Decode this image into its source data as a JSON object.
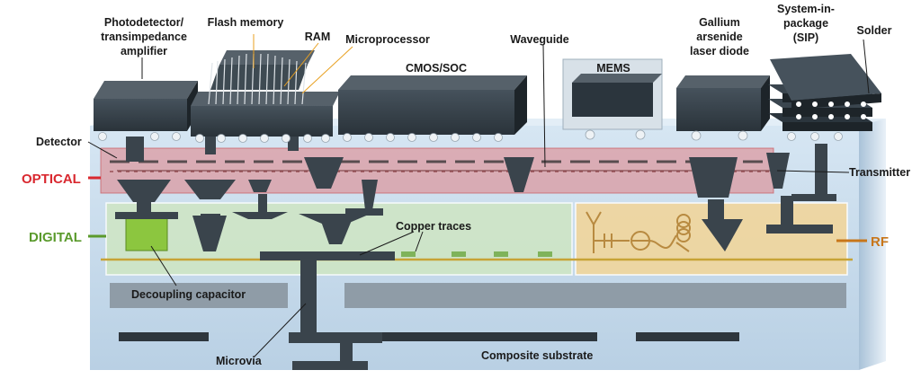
{
  "labels": {
    "photodetector_line1": "Photodetector/",
    "photodetector_line2": "transimpedance",
    "photodetector_line3": "amplifier",
    "flash_memory": "Flash memory",
    "ram": "RAM",
    "microprocessor": "Microprocessor",
    "cmos_soc": "CMOS/SOC",
    "waveguide": "Waveguide",
    "mems": "MEMS",
    "gallium_line1": "Gallium",
    "gallium_line2": "arsenide",
    "gallium_line3": "laser diode",
    "sip_line1": "System-in-",
    "sip_line2": "package",
    "sip_line3": "(SIP)",
    "solder": "Solder",
    "detector": "Detector",
    "transmitter": "Transmitter",
    "copper_traces": "Copper traces",
    "decoupling_capacitor": "Decoupling capacitor",
    "microvia": "Microvia",
    "composite_substrate": "Composite substrate"
  },
  "layers": {
    "optical": "OPTICAL",
    "digital": "DIGITAL",
    "rf": "RF"
  },
  "colors": {
    "optical": "#d9282f",
    "digital": "#5a9a2c",
    "rf": "#c8761a",
    "chip": "#2b353d",
    "substrate": "#c9def0",
    "leader": "#e8a020"
  }
}
